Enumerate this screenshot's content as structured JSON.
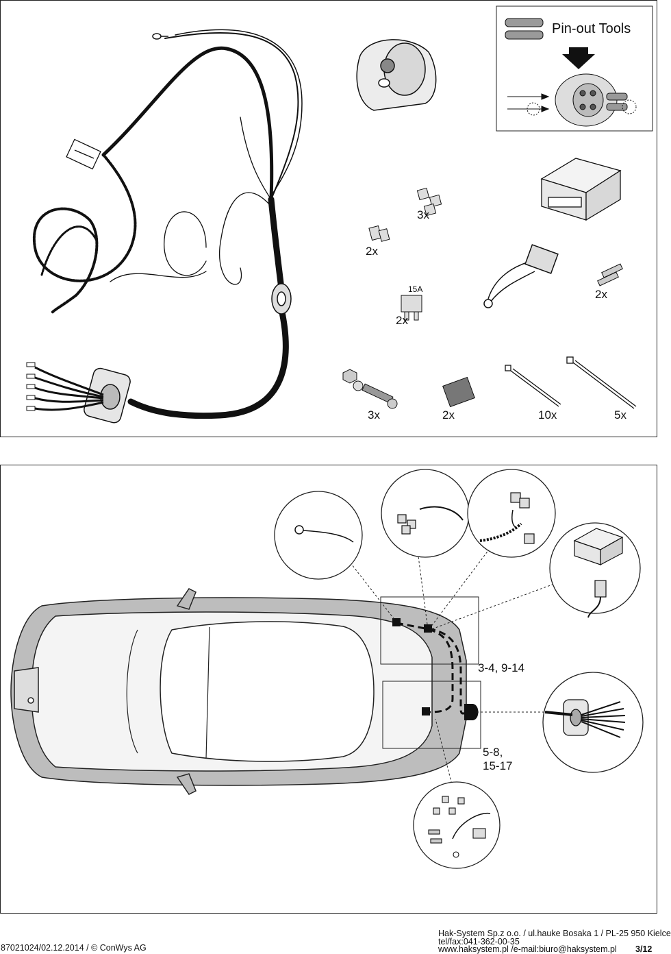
{
  "parts_panel": {
    "pinout_title": "Pin-out Tools",
    "qty_3x_plug_clips": "3x",
    "qty_2x_clips": "2x",
    "fuse_rating": "15A",
    "qty_2x_fuse": "2x",
    "qty_2x_terminals": "2x",
    "qty_3x_screws": "3x",
    "qty_2x_tape": "2x",
    "qty_10x_ties": "10x",
    "qty_5x_ties": "5x"
  },
  "installation_panel": {
    "label_front": "3-4, 9-14",
    "label_rear_1": "5-8,",
    "label_rear_2": "15-17"
  },
  "footer": {
    "doc_ref": "87021024/02.12.2014 / © ConWys AG",
    "company_line": "Hak-System Sp.z o.o. / ul.hauke Bosaka 1 / PL-25 950 Kielce",
    "phone_line": "tel/fax:041-362-00-35",
    "web_line": "www.haksystem.pl /e-mail:biuro@haksystem.pl",
    "page": "3/12"
  }
}
